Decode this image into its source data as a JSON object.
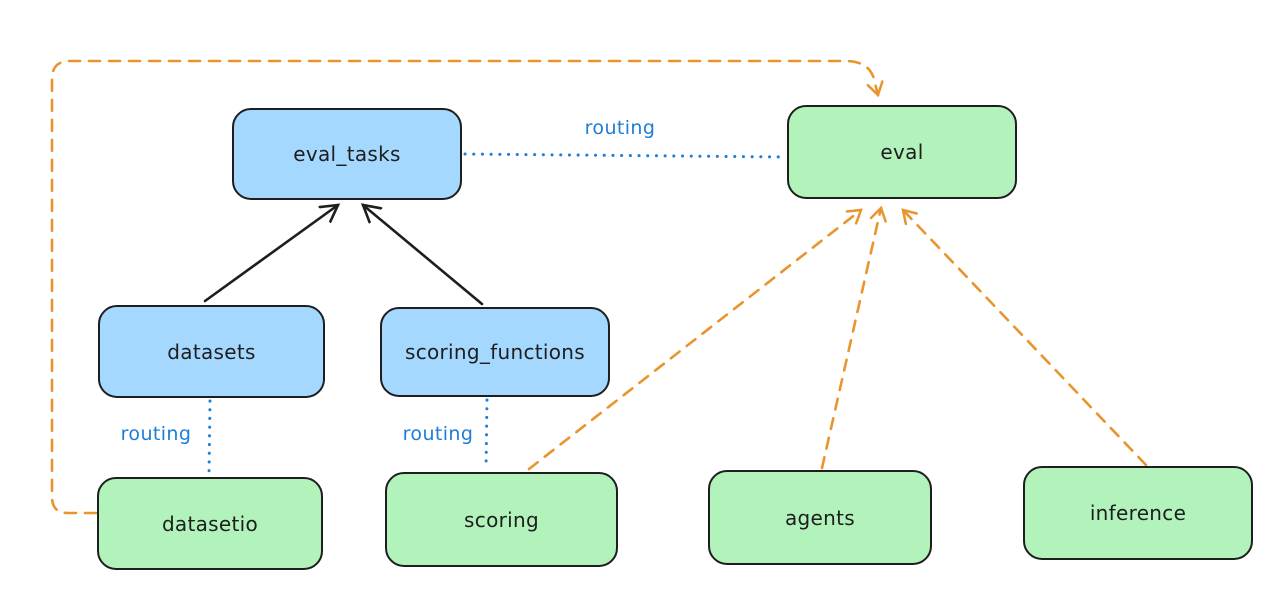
{
  "diagram": {
    "type": "architecture",
    "nodes": {
      "eval_tasks": {
        "label": "eval_tasks",
        "group": "blue"
      },
      "eval": {
        "label": "eval",
        "group": "green"
      },
      "datasets": {
        "label": "datasets",
        "group": "blue"
      },
      "scoring_functions": {
        "label": "scoring_functions",
        "group": "blue"
      },
      "datasetio": {
        "label": "datasetio",
        "group": "green"
      },
      "scoring": {
        "label": "scoring",
        "group": "green"
      },
      "agents": {
        "label": "agents",
        "group": "green"
      },
      "inference": {
        "label": "inference",
        "group": "green"
      }
    },
    "labels": {
      "routing": "routing"
    },
    "edges": [
      {
        "from": "datasets",
        "to": "eval_tasks",
        "style": "solid-arrow",
        "color": "#1e1e1e"
      },
      {
        "from": "scoring_functions",
        "to": "eval_tasks",
        "style": "solid-arrow",
        "color": "#1e1e1e"
      },
      {
        "from": "eval_tasks",
        "to": "eval",
        "style": "dotted",
        "color": "#1c7ed6",
        "label": "routing"
      },
      {
        "from": "datasets",
        "to": "datasetio",
        "style": "dotted",
        "color": "#1c7ed6",
        "label": "routing"
      },
      {
        "from": "scoring_functions",
        "to": "scoring",
        "style": "dotted",
        "color": "#1c7ed6",
        "label": "routing"
      },
      {
        "from": "datasetio",
        "to": "eval",
        "style": "dashed-arrow",
        "color": "#e9942c"
      },
      {
        "from": "scoring",
        "to": "eval",
        "style": "dashed-arrow",
        "color": "#e9942c"
      },
      {
        "from": "agents",
        "to": "eval",
        "style": "dashed-arrow",
        "color": "#e9942c"
      },
      {
        "from": "inference",
        "to": "eval",
        "style": "dashed-arrow",
        "color": "#e9942c"
      }
    ],
    "colors": {
      "blue_fill": "#a5d8ff",
      "green_fill": "#b2f2bb",
      "stroke": "#1e1e1e",
      "routing_blue": "#1c7ed6",
      "orange": "#e9942c",
      "background": "#ffffff"
    }
  }
}
